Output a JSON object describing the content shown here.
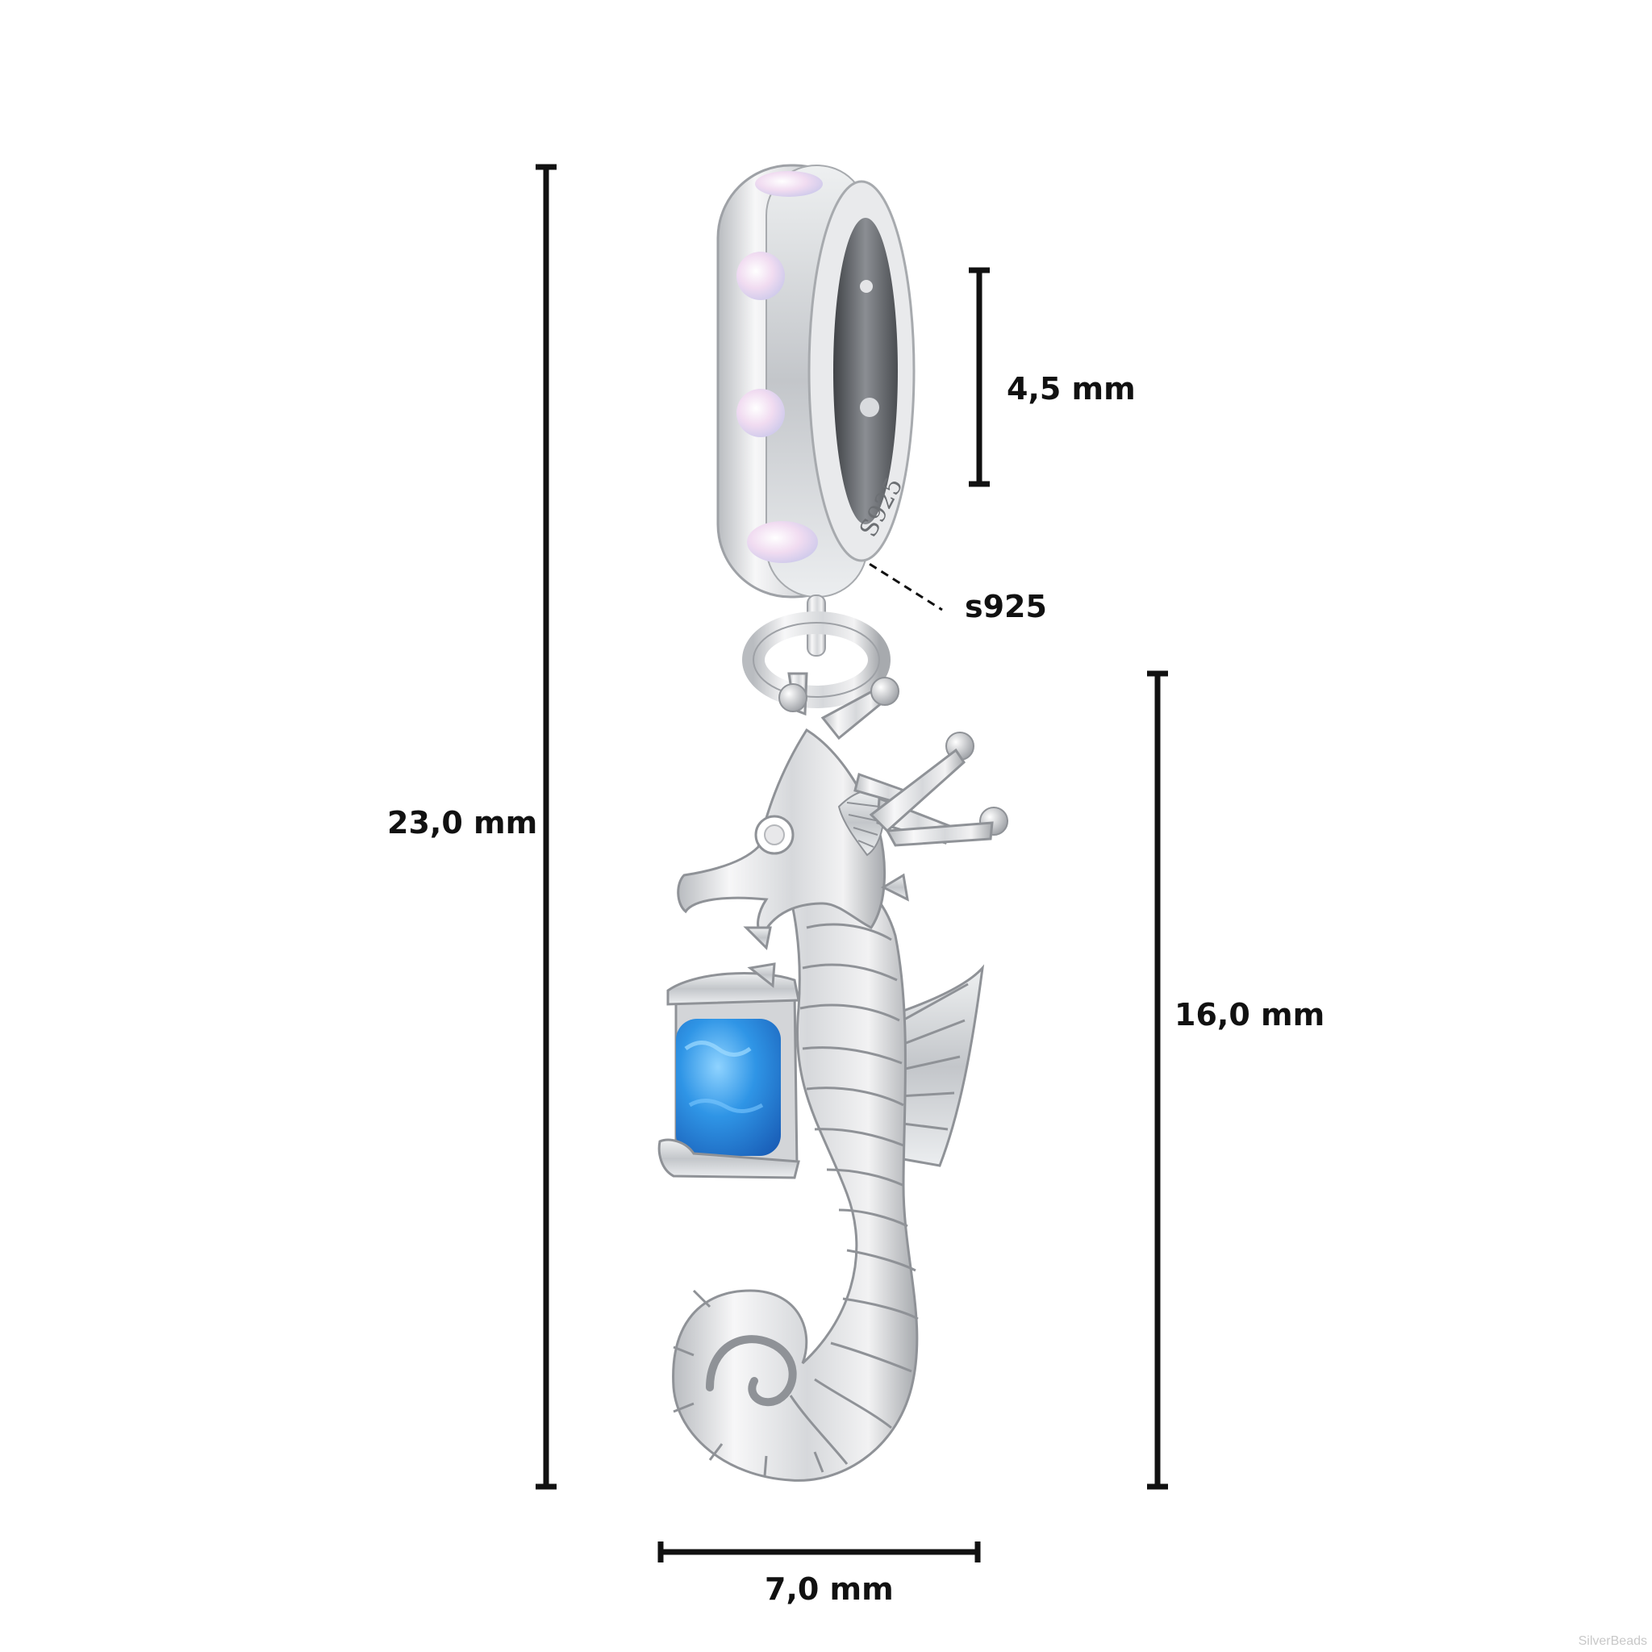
{
  "product": {
    "subject": "seahorse-dangle-charm",
    "stamp_text": "S925",
    "colors": {
      "silver_light": "#f4f4f5",
      "silver_mid": "#c9cbce",
      "silver_dark": "#5c5f63",
      "opal_blue": "#2e8fe0",
      "opal_pink": "#efdcf0"
    }
  },
  "dimensions": {
    "total_height": "23,0 mm",
    "hole_diameter": "4,5 mm",
    "marking": "s925",
    "pendant_height": "16,0 mm",
    "width": "7,0 mm"
  },
  "watermark": "SilverBeads"
}
